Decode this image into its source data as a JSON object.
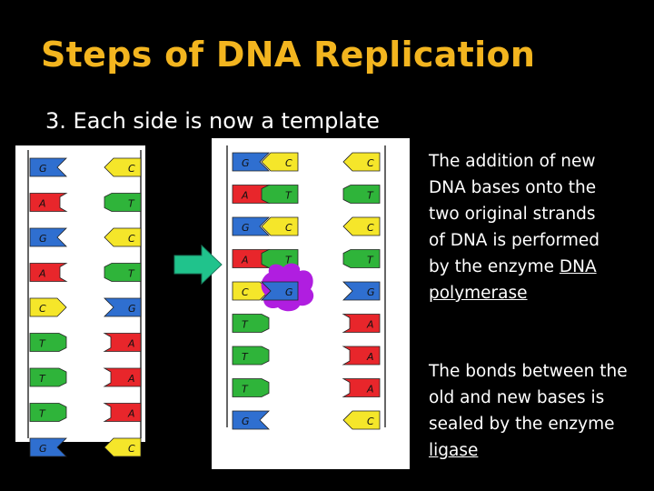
{
  "slide": {
    "title": "Steps of DNA Replication",
    "subtitle": "3. Each side is now a template",
    "text1": "The addition of new\nDNA bases onto the\n two original strands\nof DNA is performed\n by the enzyme ",
    "text1_link": "DNA\npolymerase",
    "text2": "The bonds between the\nold and new bases is\nsealed by the enzyme\n",
    "text2_link": "ligase"
  },
  "colors": {
    "title": "#f3b51f",
    "base_G": "#2f6fd0",
    "base_C": "#f5e62a",
    "base_A": "#e8262b",
    "base_T": "#2fb43a",
    "enzyme": "#b01ee0",
    "arrow": "#20c38c"
  },
  "diagram": {
    "original": {
      "left": [
        "G",
        "A",
        "G",
        "A",
        "C",
        "T",
        "T",
        "T",
        "G"
      ],
      "right": [
        "C",
        "T",
        "C",
        "T",
        "G",
        "A",
        "A",
        "A",
        "C"
      ]
    },
    "template1": {
      "old": [
        "G",
        "A",
        "G",
        "A",
        "C",
        "T",
        "T",
        "T",
        "G"
      ],
      "new": [
        "C",
        "T",
        "C",
        "T",
        "G"
      ]
    },
    "template2": {
      "old": [
        "C",
        "T",
        "C",
        "T",
        "G",
        "A",
        "A",
        "A",
        "C"
      ]
    }
  }
}
